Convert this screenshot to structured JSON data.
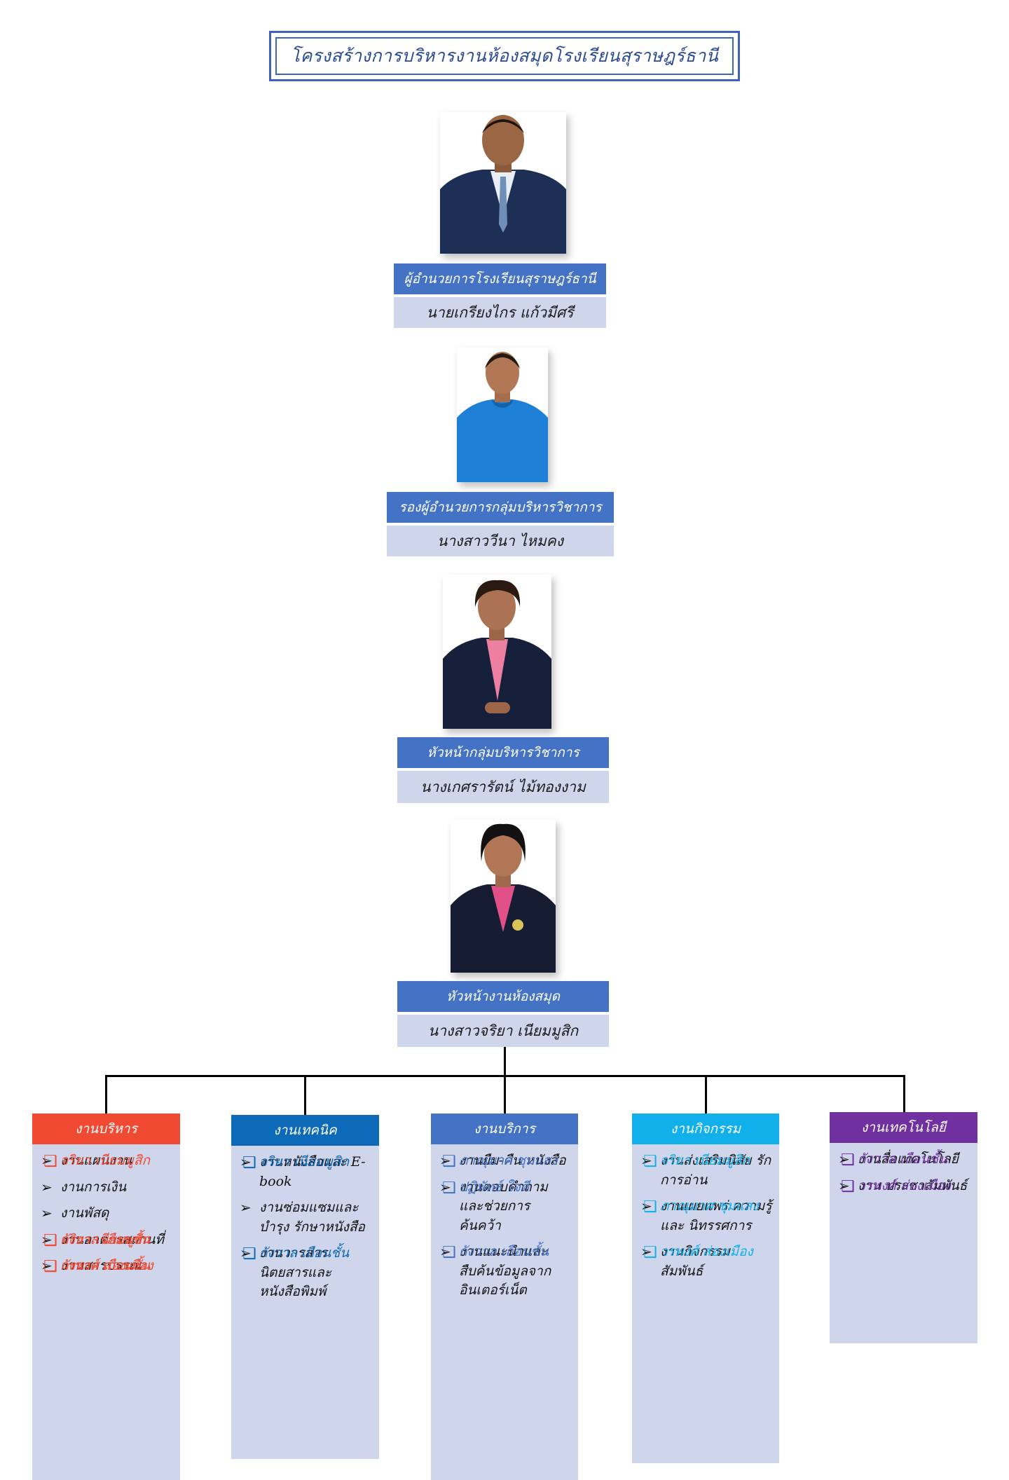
{
  "title": "โครงสร้างการบริหารงานห้องสมุดโรงเรียนสุราษฎร์ธานี",
  "people": [
    {
      "role": "ผู้อำนวยการโรงเรียนสุราษฎร์ธานี",
      "name": "นายเกรียงไกร   แก้วมีศรี"
    },
    {
      "role": "รองผู้อำนวยการกลุ่มบริหารวิชาการ",
      "name": "นางสาววีนา   ไหมคง"
    },
    {
      "role": "หัวหน้ากลุ่มบริหารวิชาการ",
      "name": "นางเกศรารัตน์  ไม้ทองงาม"
    },
    {
      "role": "หัวหน้างานห้องสมุด",
      "name": "นางสาวจริยา  เนียมมูสิก"
    }
  ],
  "departments": [
    {
      "name": "งานบริหาร",
      "color": "#f04a33",
      "items": [
        {
          "type": "person",
          "text": "จริยา  เนียมมูสิก"
        },
        {
          "type": "task",
          "text": "งานแผนงาน"
        },
        {
          "type": "task",
          "text": "งานการเงิน"
        },
        {
          "type": "task",
          "text": "งานพัสดุ"
        },
        {
          "type": "person",
          "text": "จริยา  เนียมมูสิก"
        },
        {
          "type": "person",
          "text": "กังวาล  เถือนชั้น"
        },
        {
          "type": "task",
          "text": "งานอาคารสถานที่"
        },
        {
          "type": "person",
          "text": "วรพงศ์  ส่องเมือง"
        },
        {
          "type": "person",
          "text": "กังวาล  เถือนชั้น"
        },
        {
          "type": "task",
          "text": "งานสารบรรณ"
        }
      ]
    },
    {
      "name": "งานเทคนิค",
      "color": "#0d6ab8",
      "items": [
        {
          "type": "person",
          "text": "จริยา  เนียมมูสิก"
        },
        {
          "type": "task",
          "text": "งานหนังสือและ E-book"
        },
        {
          "type": "task",
          "text": "งานซ่อมแซมและบำรุง รักษาหนังสือ"
        },
        {
          "type": "person",
          "text": "กังวาล  เถือนชั้น"
        },
        {
          "type": "task",
          "text": "งานวารสาร นิตยสารและหนังสือพิมพ์"
        }
      ]
    },
    {
      "name": "งานบริการ",
      "color": "#4472c4",
      "items": [
        {
          "type": "person",
          "text": "ภาณุมาศ  ชุมแสง"
        },
        {
          "type": "task",
          "text": "งานยืม-คืน หนังสือ"
        },
        {
          "type": "person",
          "text": "ปฏิพัทธ์  ใจดี"
        },
        {
          "type": "task",
          "text": "งานตอบคำถาม และช่วยการ ค้นคว้า"
        },
        {
          "type": "person",
          "text": "กังวาล  เถือนชั้น"
        },
        {
          "type": "task",
          "text": "งานแนะนำและ สืบค้นข้อมูลจาก อินเตอร์เน็ต"
        }
      ]
    },
    {
      "name": "งานกิจกรรม",
      "color": "#12b0ea",
      "items": [
        {
          "type": "person",
          "text": "จริยา  เนียมมูสิก"
        },
        {
          "type": "task",
          "text": "งานส่งเสริมนิสัย รักการอ่าน"
        },
        {
          "type": "person",
          "text": "ภาณุมาศ  ชุมแสง"
        },
        {
          "type": "task",
          "text": "งานเผยแพร่ ความรู้ และ นิทรรศการ"
        },
        {
          "type": "person",
          "text": "วรพงศ์  ส่องเมือง"
        },
        {
          "type": "task",
          "text": "งานกิจกรรม สัมพันธ์"
        }
      ]
    },
    {
      "name": "งานเทคโนโลยี",
      "color": "#7030a0",
      "items": [
        {
          "type": "person",
          "text": "กังวาล  เถือนชั้น"
        },
        {
          "type": "task",
          "text": "งานสื่อเทคโนโลยี"
        },
        {
          "type": "person",
          "text": "วรพงศ์  ส่องเมือง"
        },
        {
          "type": "task",
          "text": "งาน ประชาสัมพันธ์"
        }
      ]
    }
  ]
}
